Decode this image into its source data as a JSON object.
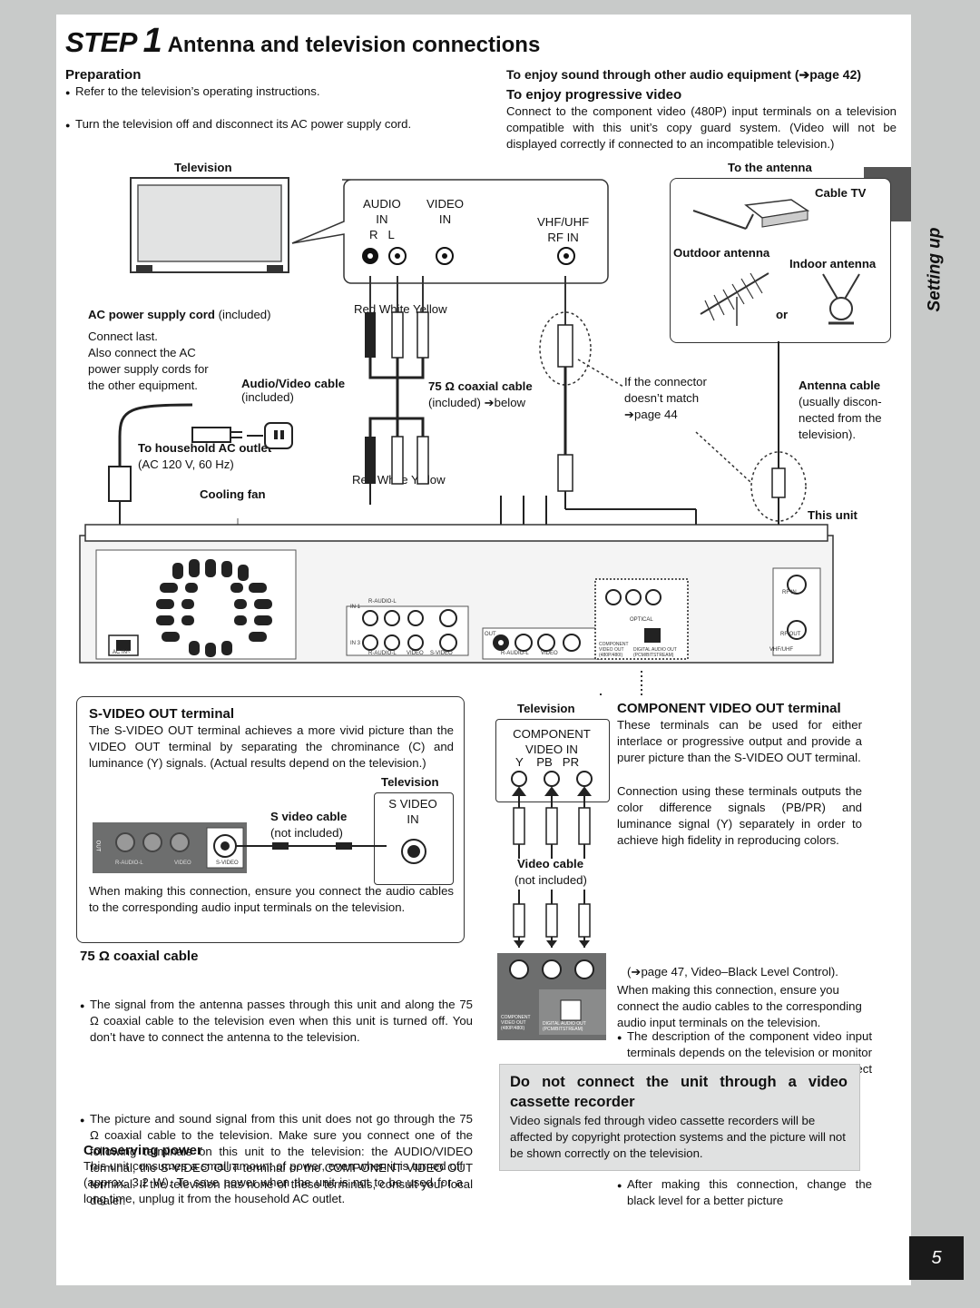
{
  "header": {
    "step": "STEP",
    "number": "1",
    "title": "Antenna and television connections"
  },
  "preparation": {
    "heading": "Preparation",
    "bullets": [
      "Refer to the television’s operating instructions.",
      "Turn the television off and disconnect its AC power supply cord."
    ]
  },
  "sound": {
    "heading": "To enjoy sound through other audio equipment (➔page 42)"
  },
  "progressive": {
    "heading": "To enjoy progressive video",
    "text": "Connect to the component video (480P) input terminals on a television compatible with this unit’s copy guard system. (Video will not be displayed correctly if connected to an incompatible television.)"
  },
  "side_tab": {
    "label": "Setting up"
  },
  "page_number": "5",
  "diagram": {
    "television": "Television",
    "to_antenna": "To the antenna",
    "audio_in": "AUDIO\nIN\nR   L",
    "video_in": "VIDEO\nIN",
    "vhf_uhf": "VHF/UHF\nRF IN",
    "cable_tv": "Cable TV",
    "outdoor": "Outdoor antenna",
    "indoor": "Indoor antenna",
    "or": "or",
    "ac_cord": "AC power supply cord",
    "ac_cord_inc": " (included)",
    "connect_last": "Connect last.\nAlso connect the AC\npower supply cords for\nthe other equipment.",
    "av_cable": "Audio/Video cable",
    "av_included": "(included)",
    "ryw_top": "Red White Yellow",
    "ryw_bottom": "Red White Yellow",
    "coax": "75 Ω coaxial cable",
    "coax_inc": "(included) ➔below",
    "connector": "If the connector\ndoesn’t match\n➔page 44",
    "antenna_cable": "Antenna cable",
    "antenna_note": "(usually discon-\nnected from the\ntelevision).",
    "household": "To household AC outlet",
    "household_ac": "(AC 120 V, 60 Hz)",
    "cooling_fan": "Cooling fan",
    "this_unit": "This unit",
    "ac_in": "AC IN~",
    "rf_in": "RF IN",
    "rf_out": "RF OUT",
    "vhf_uhf_small": "VHF/UHF",
    "in1": "IN 1",
    "in3": "IN 3",
    "out": "OUT",
    "r_audio_l": "R-AUDIO-L",
    "video": "VIDEO",
    "s_video": "S-VIDEO",
    "optical": "OPTICAL",
    "component_video_out": "COMPONENT\nVIDEO OUT\n(480P/480I)",
    "digital_audio_out": "DIGITAL AUDIO OUT\n(PCM/BITSTREAM)"
  },
  "svideo": {
    "heading": "S-VIDEO OUT terminal",
    "text": "The S-VIDEO OUT terminal achieves a more vivid picture than the VIDEO OUT terminal by separating the chrominance (C) and luminance (Y) signals. (Actual results depend on the television.)",
    "television": "Television",
    "cable": "S video cable",
    "cable_note": "(not included)",
    "jack": "S VIDEO\nIN",
    "note": "When making this connection, ensure you connect the audio cables to the corresponding audio input terminals on the television."
  },
  "coax_section": {
    "heading": "75 Ω coaxial cable",
    "bullets": [
      "The signal from the antenna passes through this unit and along the 75 Ω coaxial cable to the television even when this unit is turned off. You don’t have to connect the antenna to the television.",
      "The picture and sound signal from this unit does not go through the 75 Ω coaxial cable to the television. Make sure you connect one of the following terminals on this unit to the television: the AUDIO/VIDEO terminal, the S-VIDEO OUT terminal or the COMPONENT VIDEO OUT terminal. If the television has none of these terminals, consult your local dealer."
    ]
  },
  "conserving": {
    "heading": "Conserving power",
    "text": "This unit consumes a small amount of power, even when it is turned off (approx. 3.2 W). To save power when the unit is not to be used for a long time, unplug it from the household AC outlet."
  },
  "component": {
    "television": "Television",
    "jack": "COMPONENT\nVIDEO IN",
    "ypbpr": "Y    PB   PR",
    "video_cable": "Video cable",
    "video_cable_note": "(not included)",
    "heading": "COMPONENT VIDEO OUT terminal",
    "p1": "These terminals can be used for either interlace or progressive output and provide a purer picture than the S-VIDEO OUT terminal.",
    "p2": "Connection using these terminals outputs the color difference signals (PB/PR) and luminance signal (Y) separately in order to achieve high fidelity in reproducing colors.",
    "b1": "The description of the component video input terminals depends on the television or monitor (e.g. Y/PB/PR, Y/B-Y/R-Y, Y/CB/CR). Connect to terminals of the same color.",
    "b2": "After making this connection, change the black level for a better picture",
    "b2_ref": "(➔page 47, Video–Black Level Control).",
    "note": "When making this connection, ensure you connect the audio cables to the corresponding audio input terminals on the television."
  },
  "vcr": {
    "heading": "Do not connect the unit through a video cassette recorder",
    "text": "Video signals fed through video cassette recorders will be affected by copyright protection systems and the picture will not be shown correctly on the television."
  }
}
